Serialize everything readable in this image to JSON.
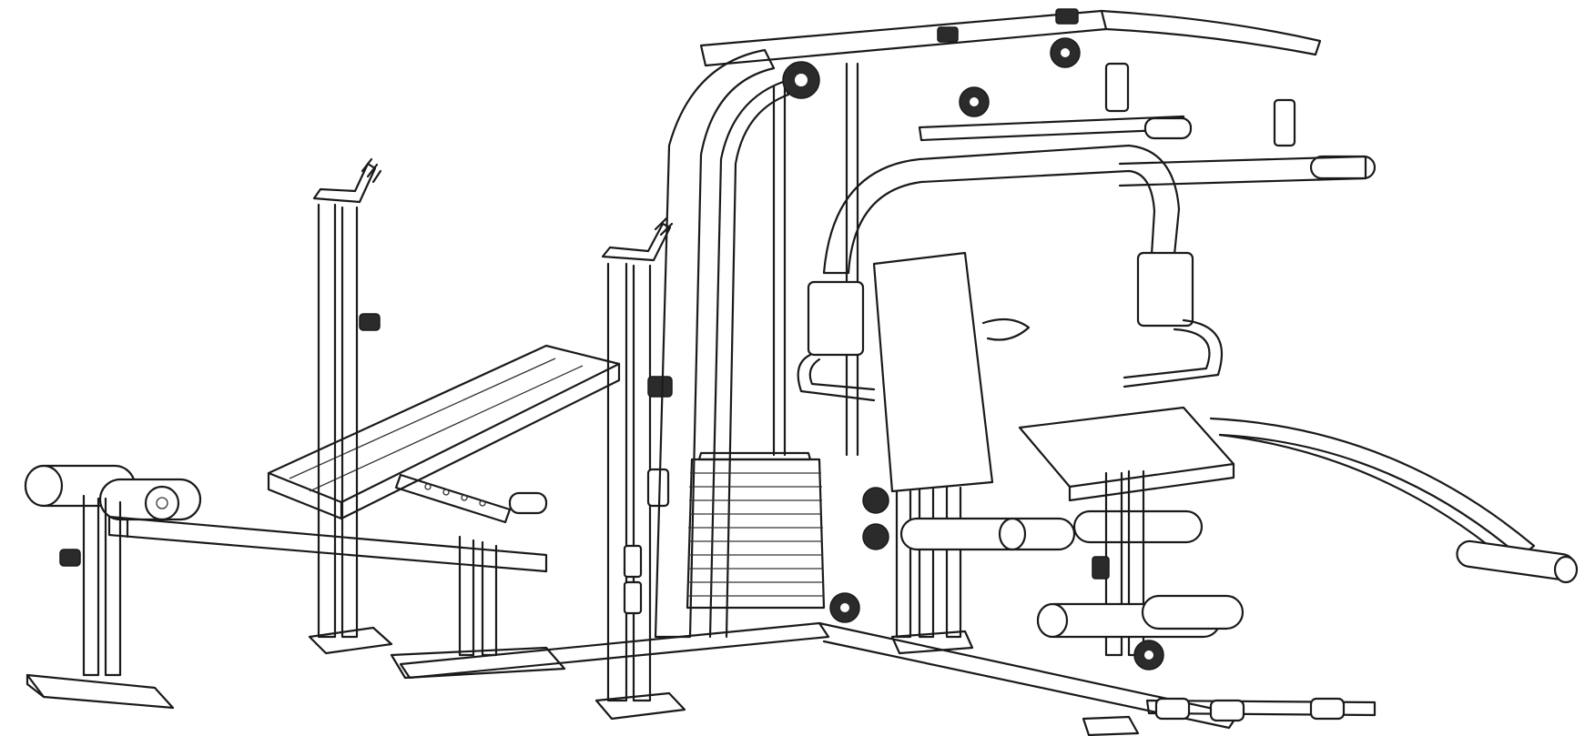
{
  "image": {
    "subject": "home-gym-line-drawing",
    "background_color": "#ffffff",
    "line_color": "#1a1a1a"
  },
  "icons": [
    "weight-stack",
    "pulley",
    "bench-pad",
    "leg-roller",
    "barbell-rack"
  ]
}
